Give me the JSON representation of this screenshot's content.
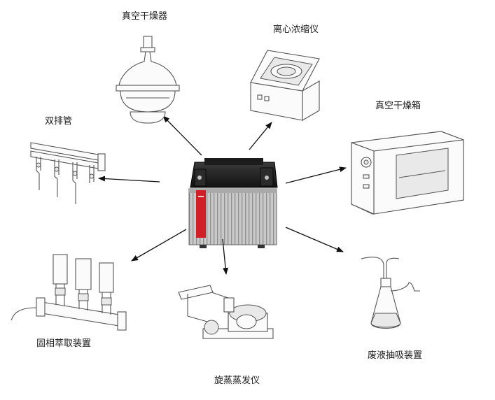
{
  "center": {
    "name": "",
    "brand_color": "#d01f26"
  },
  "labels": {
    "vacuum_desiccator": "真空干燥器",
    "centrifugal_concentrator": "离心浓缩仪",
    "vacuum_oven": "真空干燥箱",
    "manifold": "双排管",
    "spe_device": "固相萃取装置",
    "rotary_evaporator": "旋蒸蒸发仪",
    "waste_suction": "废液抽吸装置"
  },
  "colors": {
    "arrow": "#111111",
    "line": "#555555",
    "label": "#1a1a1a"
  }
}
